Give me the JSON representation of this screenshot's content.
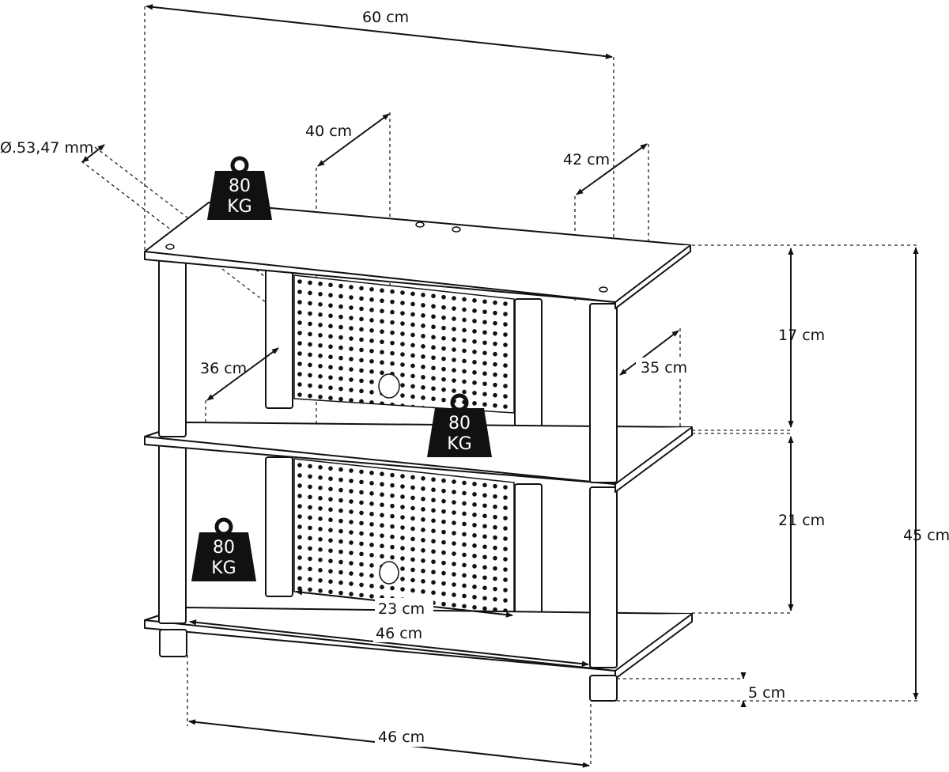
{
  "dimensions": {
    "overall_width": "60 cm",
    "top_depth": "40 cm",
    "top_depth_right": "42 cm",
    "diameter": "Ø.53,47 mm",
    "middle_depth_left": "36 cm",
    "middle_depth_right": "35 cm",
    "top_gap": "17 cm",
    "middle_gap": "21 cm",
    "overall_height": "45 cm",
    "panel_width": "23 cm",
    "inner_width": "46 cm",
    "leg_spacing": "46 cm",
    "foot_height": "5 cm"
  },
  "weight_badges": [
    {
      "line1": "80",
      "line2": "KG"
    },
    {
      "line1": "80",
      "line2": "KG"
    },
    {
      "line1": "80",
      "line2": "KG"
    }
  ]
}
